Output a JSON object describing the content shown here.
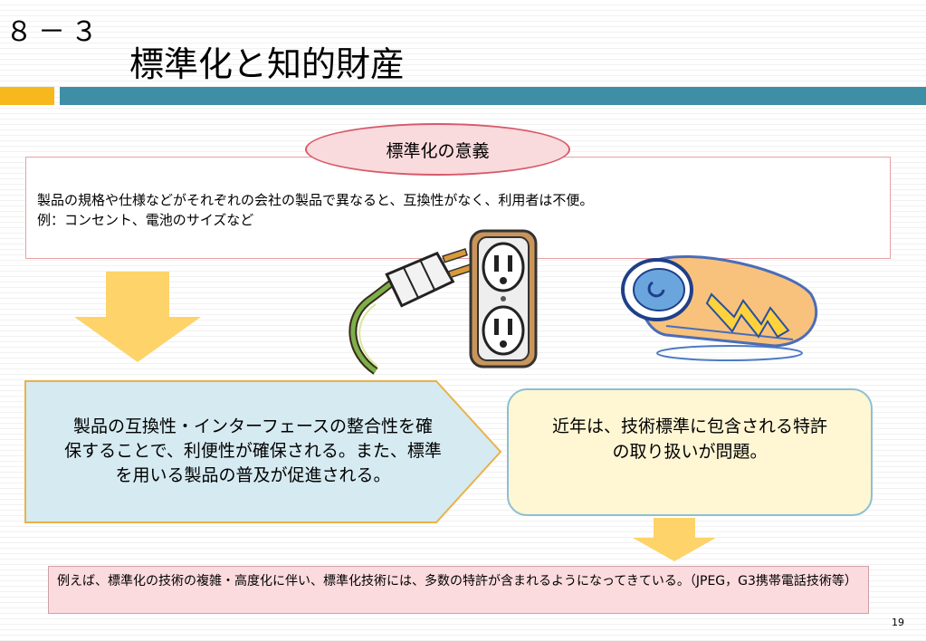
{
  "header": {
    "number": "８－３",
    "title": "標準化と知的財産"
  },
  "intro": {
    "pill_label": "標準化の意義",
    "line1": "製品の規格や仕様などがそれぞれの会社の製品で異なると、互換性がなく、利用者は不便。",
    "line2": "例：コンセント、電池のサイズなど"
  },
  "left_box": {
    "line1": "製品の互換性・インターフェースの整合性を確",
    "line2": "保することで、利便性が確保される。また、標準",
    "line3": "を用いる製品の普及が促進される。"
  },
  "right_box": {
    "line1": "近年は、技術標準に包含される特許",
    "line2": "の取り扱いが問題。"
  },
  "bottom_box": {
    "text": "例えば、標準化の技術の複雑・高度化に伴い、標準化技術には、多数の特許が含まれるようになってきている。（JPEG，G3携帯電話技術等）"
  },
  "page_number": "19",
  "colors": {
    "accent_orange": "#f6b81d",
    "accent_teal": "#3e8fa6",
    "arrow_yellow": "#fdd36a",
    "pentagon_fill": "#d6eaf1",
    "yellow_box_fill": "#fff6d4",
    "pink_box_fill": "#fbdbde"
  },
  "icons": [
    "plug-outlet-icon",
    "battery-icon",
    "down-arrow-icon"
  ]
}
